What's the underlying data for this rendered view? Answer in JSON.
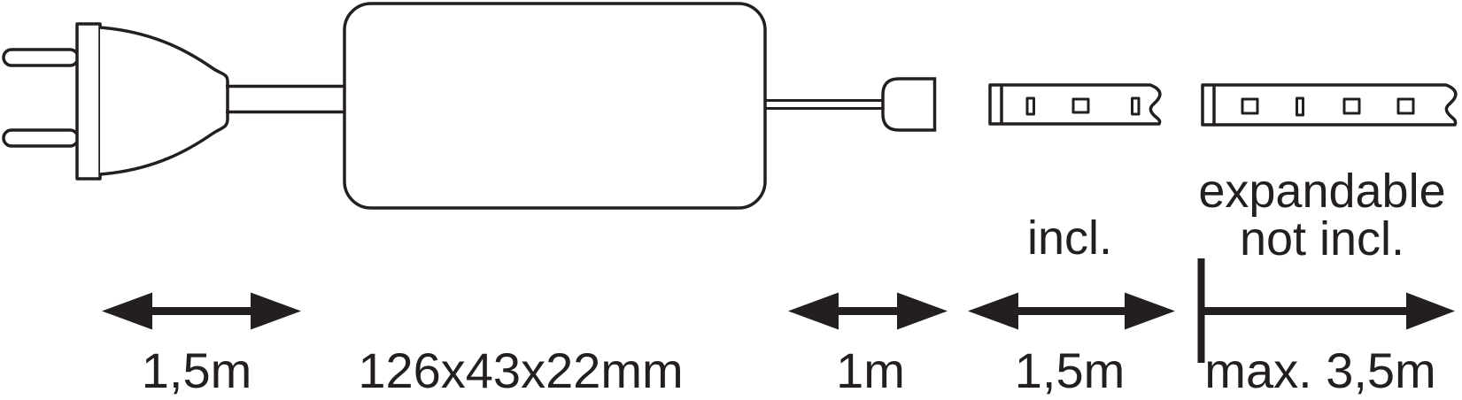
{
  "figure": {
    "type": "product-spec-line-diagram",
    "description_visible_parts": "mains plug, driver box, output cable, connector, included LED strip, expandable LED strip"
  },
  "labels": {
    "plug_cable_length": "1,5m",
    "driver_dimensions": "126x43x22mm",
    "output_cable_length": "1m",
    "included_strip_length": "1,5m",
    "max_expansion_length": "max. 3,5m"
  },
  "notes": {
    "included": "incl.",
    "expandable_line1": "expandable",
    "expandable_line2": "not incl."
  },
  "icons": {
    "power-plug-icon": "european two-pin mains plug outline",
    "driver-box-icon": "rounded rectangle power supply outline",
    "connector-icon": "round-nosed plug connector outline",
    "led-strip-icon": "strip outline with LED and chip pads, torn right edge",
    "double-arrow-icon": "horizontal double-headed measurement arrow",
    "expansion-arrow-icon": "start bar with right-pointing measurement arrow"
  },
  "colors": {
    "line": "#231f20",
    "background": "#ffffff"
  }
}
